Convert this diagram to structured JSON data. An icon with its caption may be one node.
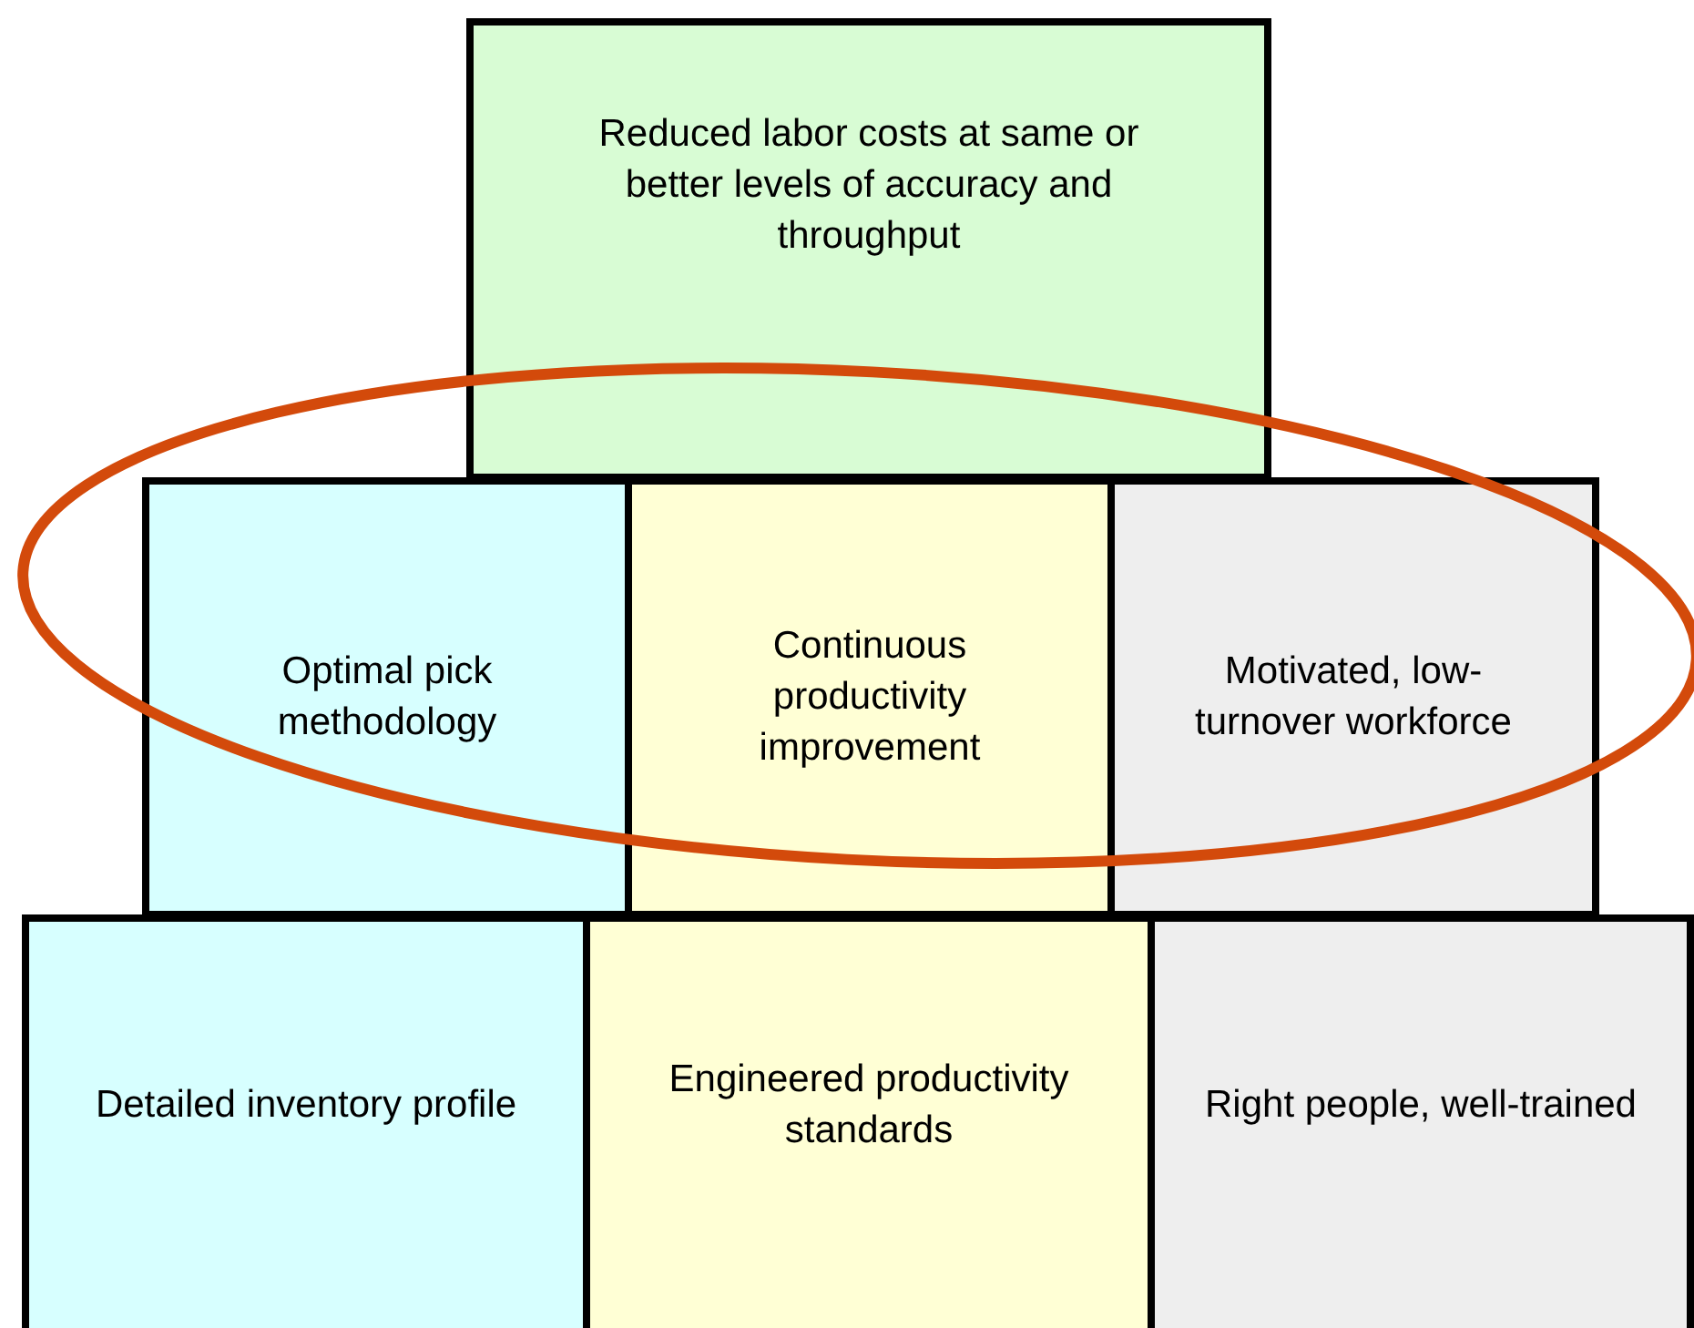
{
  "diagram": {
    "nodes": [
      {
        "text": [
          "Reduced labor costs at same or better levels of accuracy and throughput"
        ]
      },
      {
        "text": [
          "Optimal pick methodology"
        ]
      },
      {
        "text": [
          "Continuous productivity improvement"
        ]
      },
      {
        "text": [
          "Motivated, low-turnover workforce"
        ]
      },
      {
        "text": [
          "Detailed inventory profile"
        ]
      },
      {
        "text": [
          "Engineered productivity standards"
        ]
      },
      {
        "text": [
          "Right people, well-trained"
        ]
      }
    ]
  }
}
